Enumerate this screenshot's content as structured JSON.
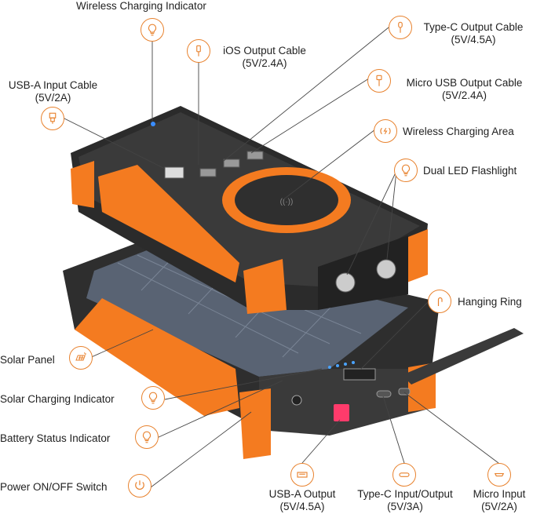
{
  "labels": {
    "wireless_indicator": "Wireless Charging Indicator",
    "ios_cable": "iOS Output Cable",
    "ios_cable_spec": "(5V/2.4A)",
    "usba_input": "USB-A Input Cable",
    "usba_input_spec": "(5V/2A)",
    "typec_cable": "Type-C Output Cable",
    "typec_cable_spec": "(5V/4.5A)",
    "micro_cable": "Micro USB Output Cable",
    "micro_cable_spec": "(5V/2.4A)",
    "wireless_area": "Wireless Charging Area",
    "flashlight": "Dual LED Flashlight",
    "hanging_ring": "Hanging Ring",
    "solar_panel": "Solar Panel",
    "solar_indicator": "Solar Charging Indicator",
    "battery_indicator": "Battery Status Indicator",
    "power_switch": "Power ON/OFF Switch",
    "usba_output": "USB-A Output",
    "usba_output_spec": "(5V/4.5A)",
    "typec_io": "Type-C Input/Output",
    "typec_io_spec": "(5V/3A)",
    "micro_input": "Micro Input",
    "micro_input_spec": "(5V/2A)"
  },
  "colors": {
    "accent": "#e8822e",
    "device_orange": "#f47b20",
    "device_dark": "#2b2b2b",
    "device_mid": "#3a3a3a",
    "solar": "#596373",
    "leader_line": "#444444"
  },
  "icons": {
    "wireless_indicator": "bulb-icon",
    "ios_cable": "lightning-plug-icon",
    "usba_input": "usb-a-plug-icon",
    "typec_cable": "type-c-plug-icon",
    "micro_cable": "micro-usb-plug-icon",
    "wireless_area": "wireless-charge-icon",
    "flashlight": "bulb-icon",
    "hanging_ring": "ring-icon",
    "solar_panel": "solar-panel-icon",
    "solar_indicator": "bulb-icon",
    "battery_indicator": "bulb-icon",
    "power_switch": "power-icon",
    "usba_output": "usb-a-port-icon",
    "typec_io": "type-c-port-icon",
    "micro_input": "micro-usb-port-icon"
  }
}
